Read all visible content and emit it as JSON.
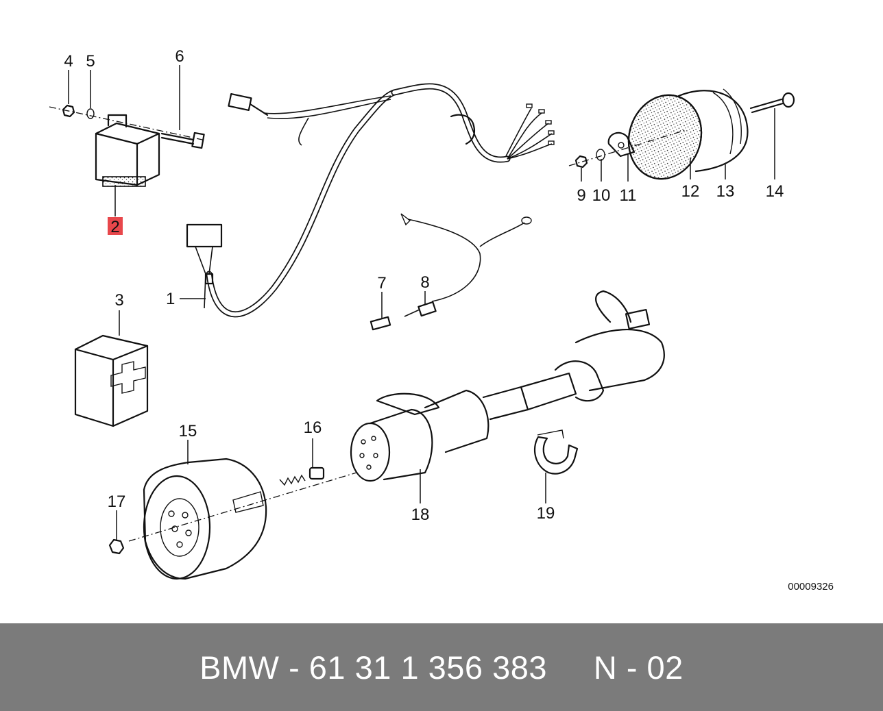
{
  "diagram": {
    "code": "00009326",
    "callouts": [
      "1",
      "2",
      "3",
      "4",
      "5",
      "6",
      "7",
      "8",
      "9",
      "10",
      "11",
      "12",
      "13",
      "14",
      "15",
      "16",
      "17",
      "18",
      "19"
    ],
    "highlighted_callout": "2",
    "highlight_color": "#e8474b"
  },
  "footer": {
    "text": "BMW - 61 31 1 356 383     N - 02",
    "background": "#7b7b7b",
    "text_color": "#ffffff"
  }
}
